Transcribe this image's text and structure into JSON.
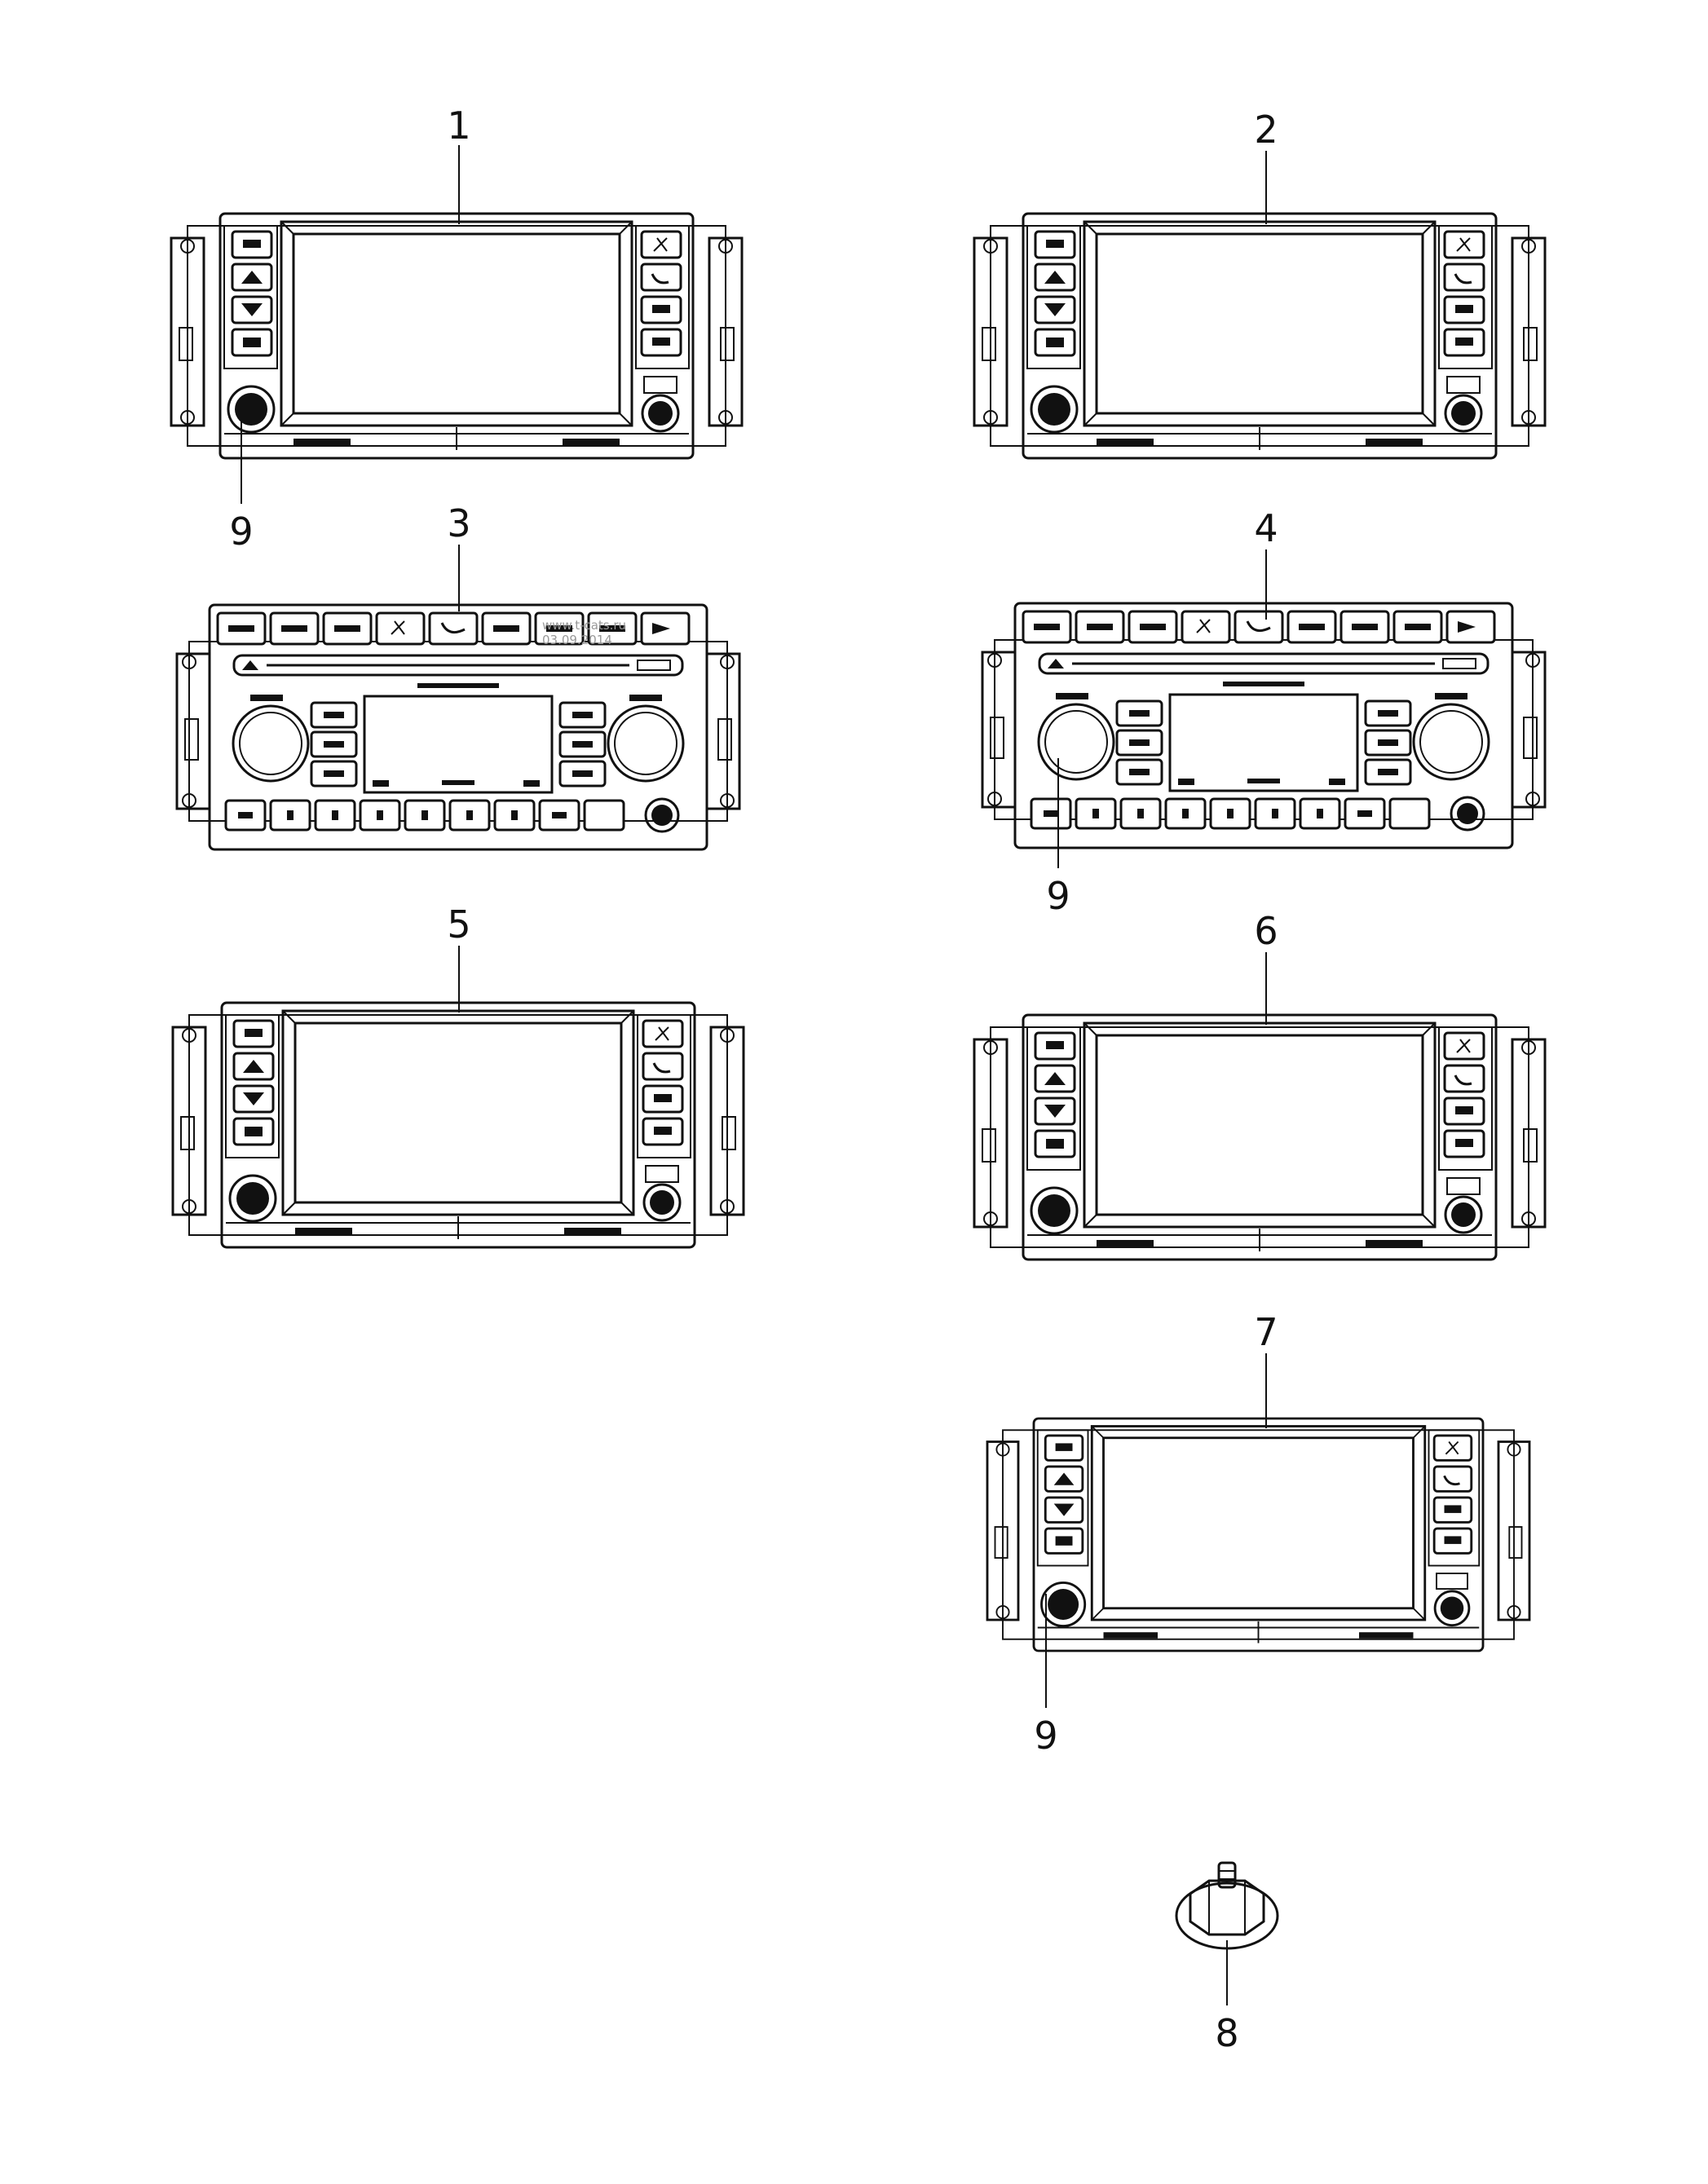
{
  "callouts": {
    "c1": "1",
    "c2": "2",
    "c3": "3",
    "c4": "4",
    "c5": "5",
    "c6": "6",
    "c7": "7",
    "c8": "8",
    "c9a": "9",
    "c9b": "9",
    "c9c": "9"
  },
  "watermark": {
    "line1": "www.t-cats.ru",
    "line2": "03.09.2014"
  },
  "units": [
    {
      "id": "radio-1",
      "type": "touchscreen"
    },
    {
      "id": "radio-2",
      "type": "touchscreen"
    },
    {
      "id": "radio-3",
      "type": "cd-head-unit"
    },
    {
      "id": "radio-4",
      "type": "cd-head-unit"
    },
    {
      "id": "radio-5",
      "type": "touchscreen"
    },
    {
      "id": "radio-6",
      "type": "touchscreen"
    },
    {
      "id": "radio-7",
      "type": "touchscreen"
    }
  ],
  "fastener": {
    "id": "bolt-8",
    "type": "hex-flange-bolt"
  },
  "colors": {
    "line": "#111111",
    "background": "#ffffff"
  }
}
